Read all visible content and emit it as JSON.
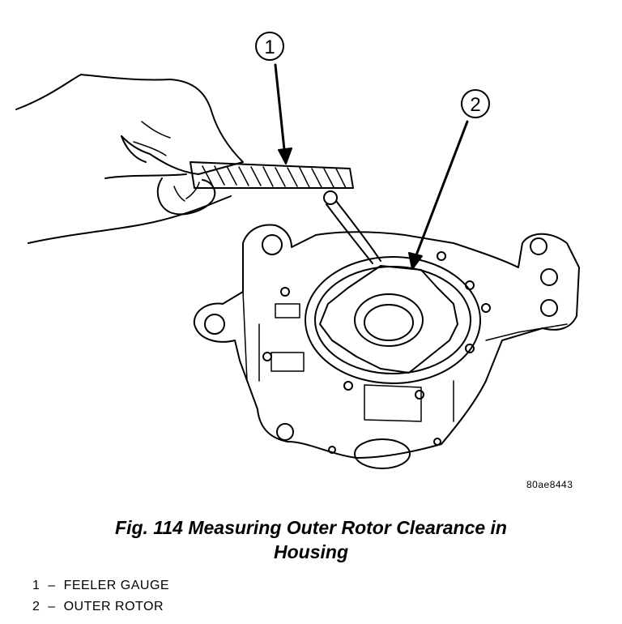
{
  "figure": {
    "callouts": [
      "1",
      "2"
    ],
    "reference_code": "80ae8443",
    "caption_line1": "Fig. 114 Measuring Outer Rotor Clearance in",
    "caption_line2": "Housing",
    "legend": [
      {
        "number": "1",
        "dash": "–",
        "label": "FEELER GAUGE"
      },
      {
        "number": "2",
        "dash": "–",
        "label": "OUTER ROTOR"
      }
    ]
  }
}
